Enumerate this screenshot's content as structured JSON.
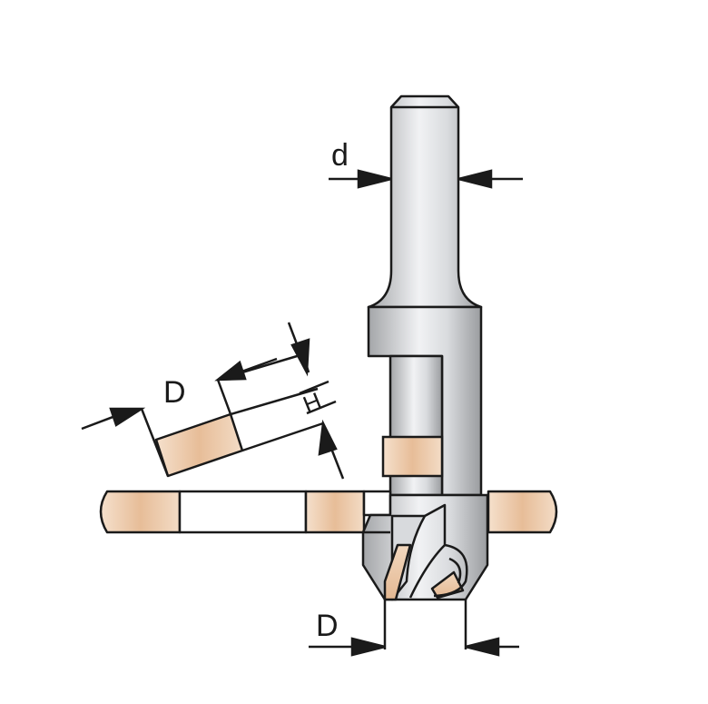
{
  "labels": {
    "shank_diameter": "d",
    "angled_diameter": "D",
    "height": "H",
    "cutter_diameter": "D"
  },
  "colors": {
    "outline": "#1a1a1a",
    "wood": "#e9c2a0",
    "wood_light": "#f6e3d1",
    "metal_dark": "#a9abae",
    "metal_light": "#eef0f2",
    "background": "#ffffff"
  }
}
